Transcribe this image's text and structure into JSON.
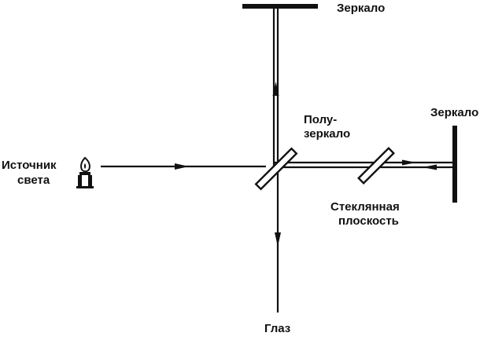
{
  "labels": {
    "mirror_top": "Зеркало",
    "mirror_right": "Зеркало",
    "beam_splitter_line1": "Полу-",
    "beam_splitter_line2": "зеркало",
    "source_line1": "Источник",
    "source_line2": "света",
    "glass_plate_line1": "Стеклянная",
    "glass_plate_line2": "плоскость",
    "eye": "Глаз"
  },
  "colors": {
    "ink": "#111111",
    "background": "#ffffff"
  },
  "icons": {
    "light_source": "lamp-icon"
  }
}
